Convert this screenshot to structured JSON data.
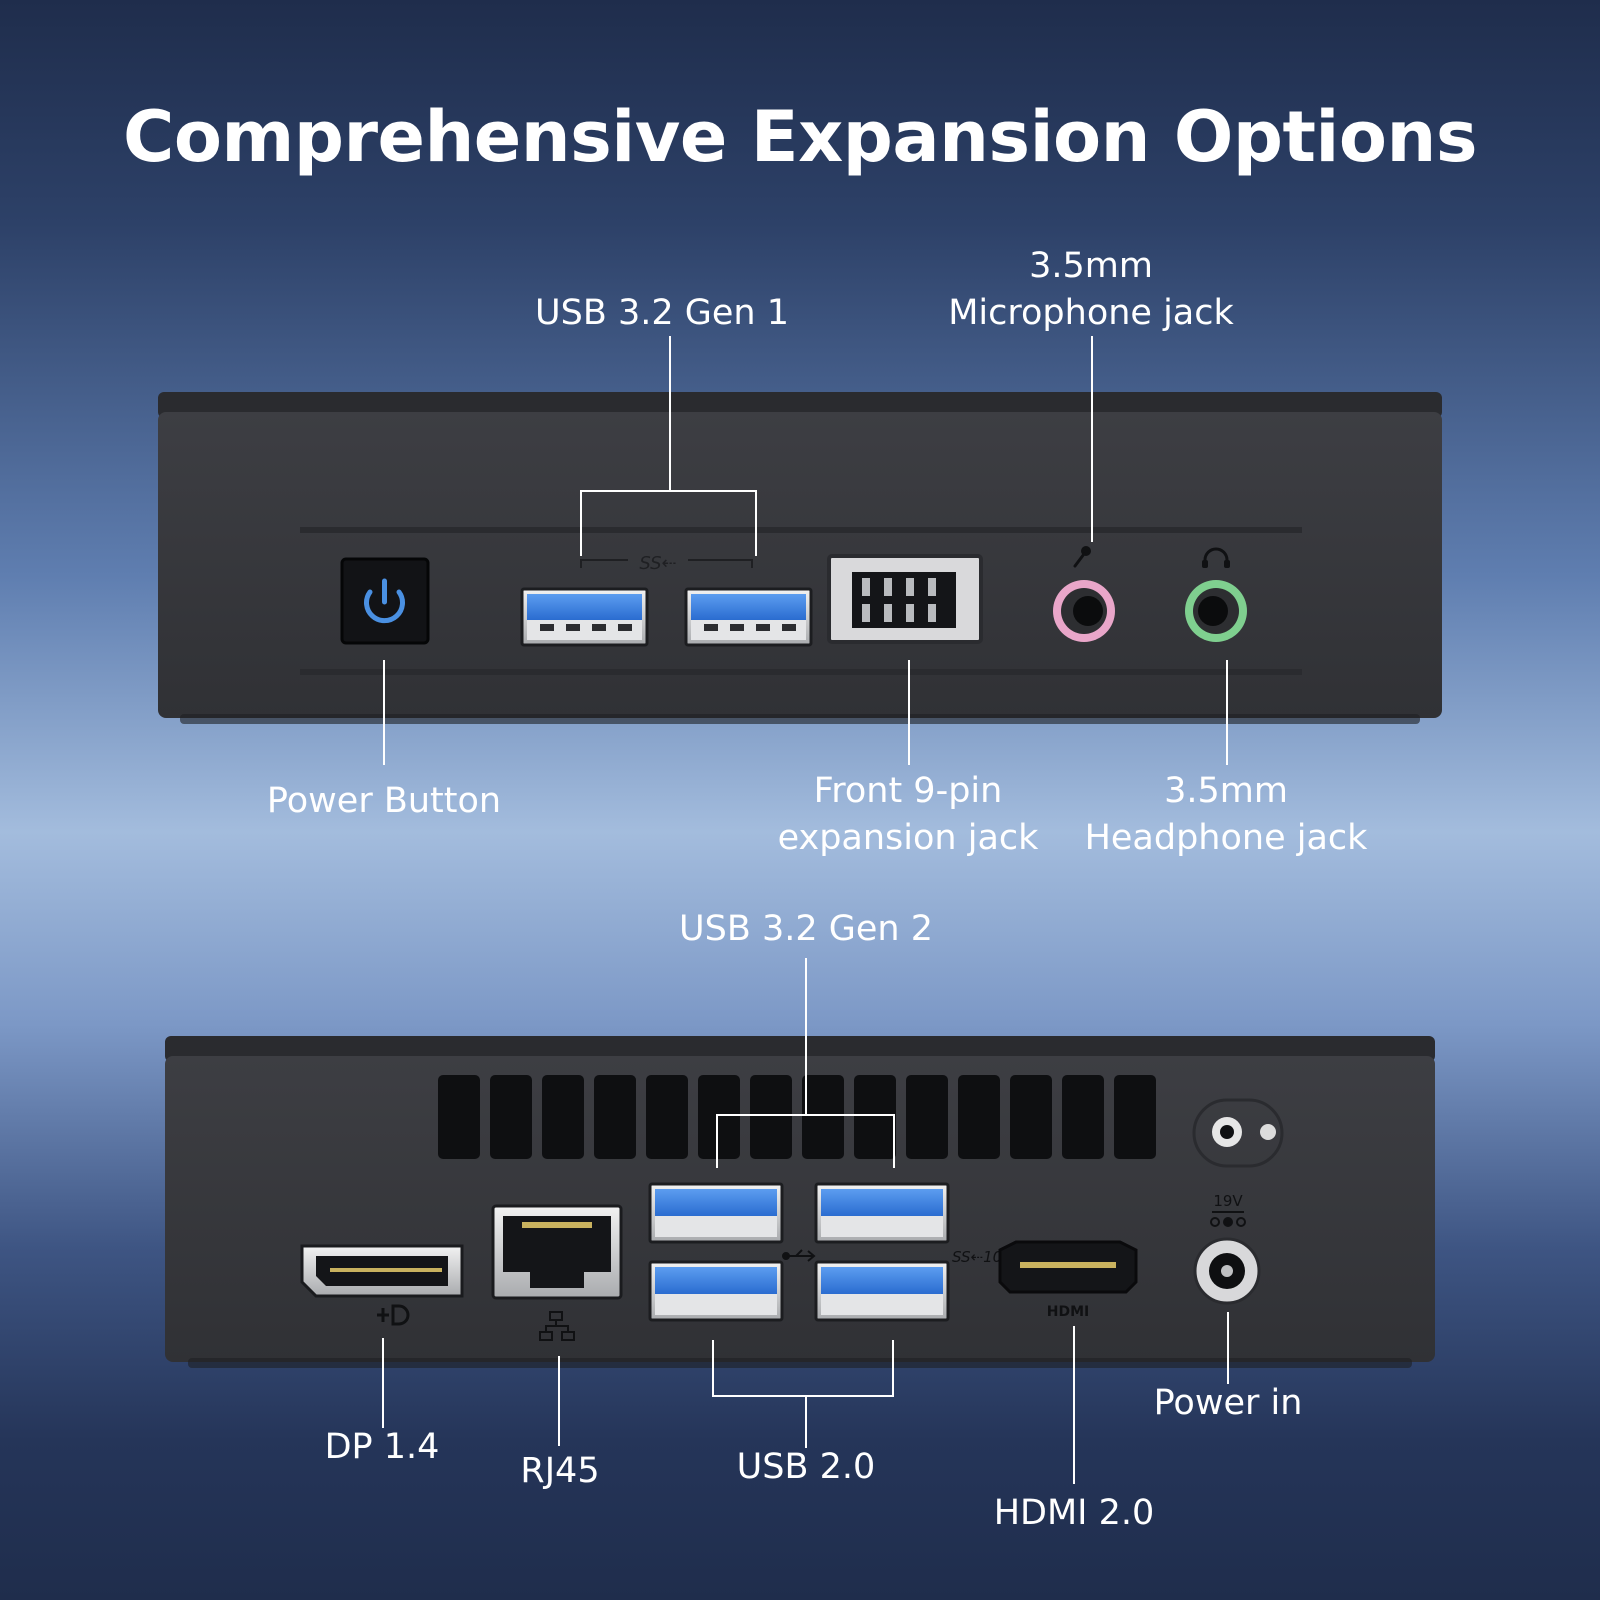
{
  "headline": "Comprehensive Expansion Options",
  "front_panel": {
    "usb_gen1": "USB 3.2 Gen 1",
    "mic_line1": "3.5mm",
    "mic_line2": "Microphone jack",
    "power_button": "Power Button",
    "pin_line1": "Front 9-pin",
    "pin_line2": "expansion jack",
    "headphone_line1": "3.5mm",
    "headphone_line2": "Headphone jack",
    "usb_marking": "SS⇠",
    "icons": [
      "power-icon",
      "microphone-icon",
      "headphone-icon"
    ]
  },
  "rear_panel": {
    "usb_gen2": "USB 3.2 Gen 2",
    "dp": "DP 1.4",
    "rj45": "RJ45",
    "usb20": "USB 2.0",
    "power_in": "Power in",
    "hdmi": "HDMI 2.0",
    "hdmi_marking": "HDMI",
    "voltage": "19V",
    "usb10_marking": "SS⇠10",
    "icons": [
      "displayport-icon",
      "network-icon",
      "usb-icon",
      "dc-polarity-icon"
    ]
  },
  "colors": {
    "case": "#38393d",
    "usb3_blue": "#3e82e0",
    "mic_pink": "#e9a6c9",
    "headphone_green": "#7fcf8f",
    "power_glow": "#4a90e2"
  }
}
